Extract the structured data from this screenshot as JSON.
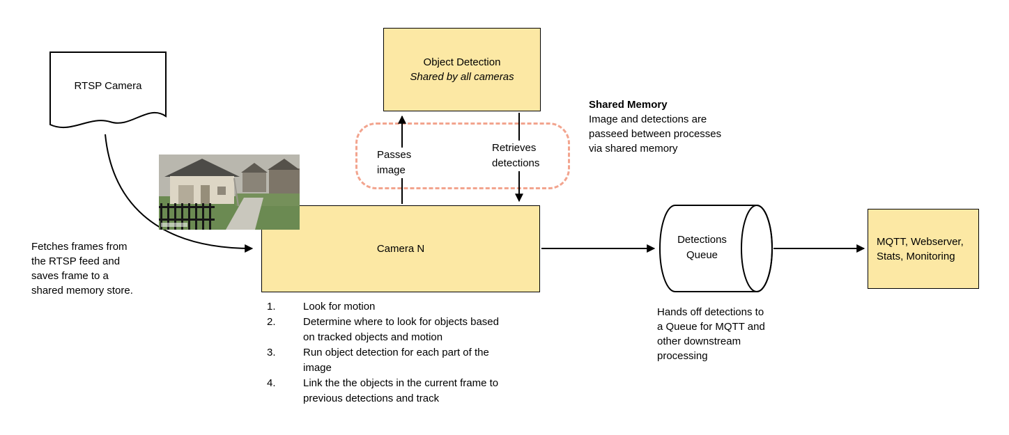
{
  "diagram": {
    "colors": {
      "node_fill": "#FCE8A4",
      "node_border": "#000000",
      "dashed_border": "#F2A48E",
      "arrow": "#000000"
    },
    "rtsp_camera": {
      "label": "RTSP Camera"
    },
    "object_detection": {
      "title": "Object Detection",
      "subtitle": "Shared by all cameras"
    },
    "camera_n": {
      "label": "Camera N"
    },
    "detections_queue": {
      "label": "Detections\nQueue"
    },
    "output_box": {
      "label": "MQTT, Webserver, Stats, Monitoring"
    },
    "edge_labels": {
      "passes_image": "Passes\nimage",
      "retrieves_detections": "Retrieves\ndetections"
    },
    "shared_memory_note": {
      "title": "Shared Memory",
      "body": "Image and detections are passeed between processes via shared memory"
    },
    "fetch_note": "Fetches frames from the RTSP feed and saves frame to a shared memory store.",
    "queue_note": "Hands off detections to a Queue for MQTT and other downstream processing",
    "camera_steps": [
      {
        "num": "1.",
        "text": "Look for motion"
      },
      {
        "num": "2.",
        "text": "Determine where to look for objects based on tracked objects and motion"
      },
      {
        "num": "3.",
        "text": "Run object detection for each part of the image"
      },
      {
        "num": "4.",
        "text": "Link the the objects in the current frame to previous detections and track"
      }
    ]
  }
}
